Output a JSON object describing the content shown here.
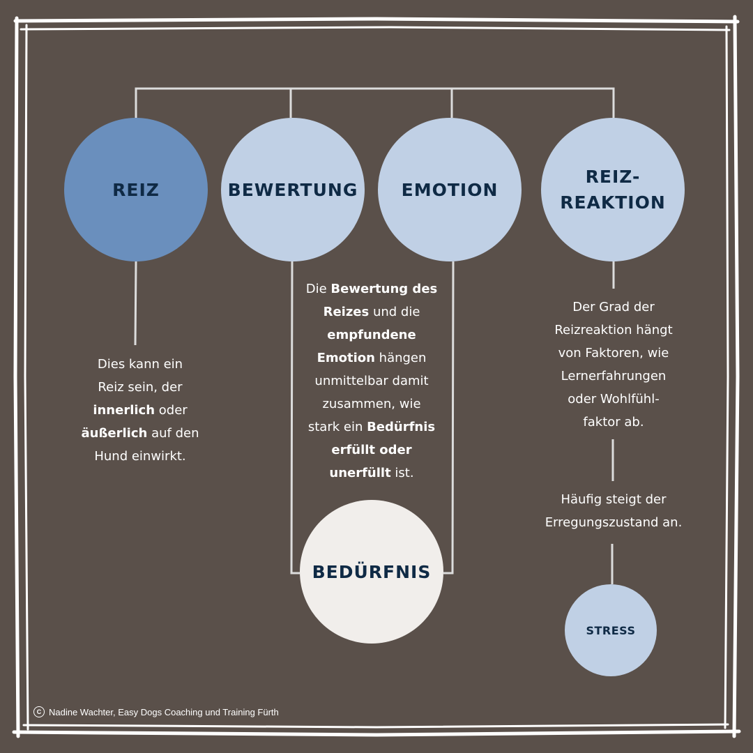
{
  "colors": {
    "background": "#5a504a",
    "frame": "#ffffff",
    "line": "#dcdcdc",
    "reiz_circle": "#6a8fbd",
    "light_circle": "#c0d0e5",
    "bedurfnis_circle": "#f1eeeb",
    "circle_text": "#0f2a45"
  },
  "circles": {
    "reiz": "REIZ",
    "bewertung": "BEWERTUNG",
    "emotion": "EMOTION",
    "reizreaktion": "REIZ-\nREAKTION",
    "bedurfnis": "BEDÜRFNIS",
    "stress": "STRESS"
  },
  "texts": {
    "reiz": [
      {
        "t": "Dies kann ein",
        "b": false
      },
      {
        "br": true
      },
      {
        "t": "Reiz sein, der",
        "b": false
      },
      {
        "br": true
      },
      {
        "t": "innerlich",
        "b": true
      },
      {
        "t": " oder",
        "b": false
      },
      {
        "br": true
      },
      {
        "t": "äußerlich",
        "b": true
      },
      {
        "t": " auf den",
        "b": false
      },
      {
        "br": true
      },
      {
        "t": "Hund einwirkt.",
        "b": false
      }
    ],
    "bewertung": [
      {
        "t": "Die ",
        "b": false
      },
      {
        "t": "Bewertung des",
        "b": true
      },
      {
        "br": true
      },
      {
        "t": "Reizes",
        "b": true
      },
      {
        "t": " und die",
        "b": false
      },
      {
        "br": true
      },
      {
        "t": "empfundene",
        "b": true
      },
      {
        "br": true
      },
      {
        "t": "Emotion",
        "b": true
      },
      {
        "t": " hängen",
        "b": false
      },
      {
        "br": true
      },
      {
        "t": "unmittelbar damit",
        "b": false
      },
      {
        "br": true
      },
      {
        "t": "zusammen, wie",
        "b": false
      },
      {
        "br": true
      },
      {
        "t": "stark ein ",
        "b": false
      },
      {
        "t": "Bedürfnis",
        "b": true
      },
      {
        "br": true
      },
      {
        "t": "erfüllt oder",
        "b": true
      },
      {
        "br": true
      },
      {
        "t": "unerfüllt",
        "b": true
      },
      {
        "t": " ist.",
        "b": false
      }
    ],
    "reaktion": [
      {
        "t": "Der Grad der",
        "b": false
      },
      {
        "br": true
      },
      {
        "t": "Reizreaktion hängt",
        "b": false
      },
      {
        "br": true
      },
      {
        "t": "von Faktoren, wie",
        "b": false
      },
      {
        "br": true
      },
      {
        "t": "Lernerfahrungen",
        "b": false
      },
      {
        "br": true
      },
      {
        "t": "oder Wohlfühl-",
        "b": false
      },
      {
        "br": true
      },
      {
        "t": "faktor ab.",
        "b": false
      }
    ],
    "erregung": [
      {
        "t": "Häufig steigt der",
        "b": false
      },
      {
        "br": true
      },
      {
        "t": "Erregungszustand an.",
        "b": false
      }
    ]
  },
  "credit": "Nadine Wachter, Easy Dogs Coaching und Training Fürth"
}
